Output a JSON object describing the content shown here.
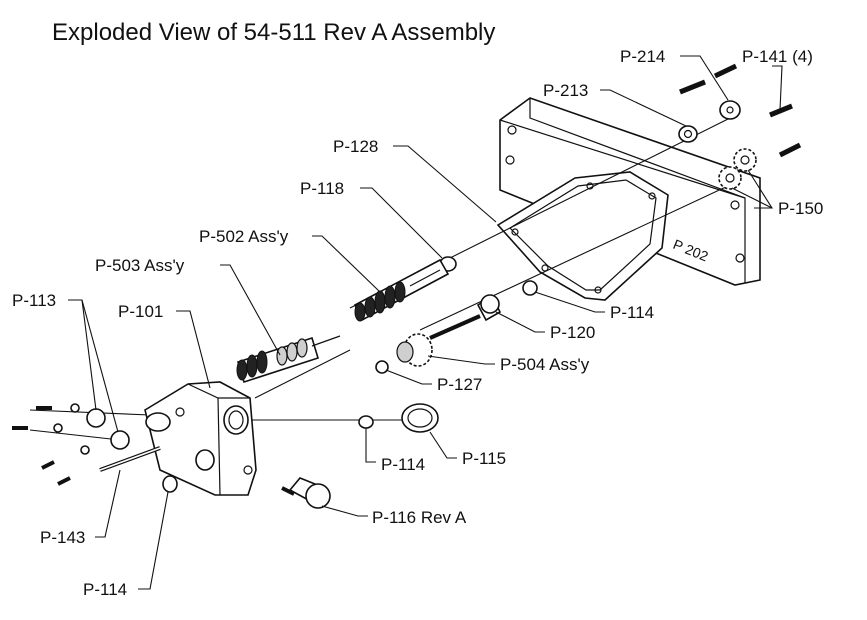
{
  "title": "Exploded View of 54-511 Rev A Assembly",
  "housing_marking": "P 202",
  "callouts": {
    "p214": "P-214",
    "p141": "P-141 (4)",
    "p213": "P-213",
    "p128": "P-128",
    "p150": "P-150",
    "p118": "P-118",
    "p502": "P-502 Ass'y",
    "p503": "P-503 Ass'y",
    "p113": "P-113",
    "p101": "P-101",
    "p114_a": "P-114",
    "p120": "P-120",
    "p504": "P-504 Ass'y",
    "p127": "P-127",
    "p114_b": "P-114",
    "p115": "P-115",
    "p116": "P-116 Rev A",
    "p143": "P-143",
    "p114_c": "P-114"
  }
}
